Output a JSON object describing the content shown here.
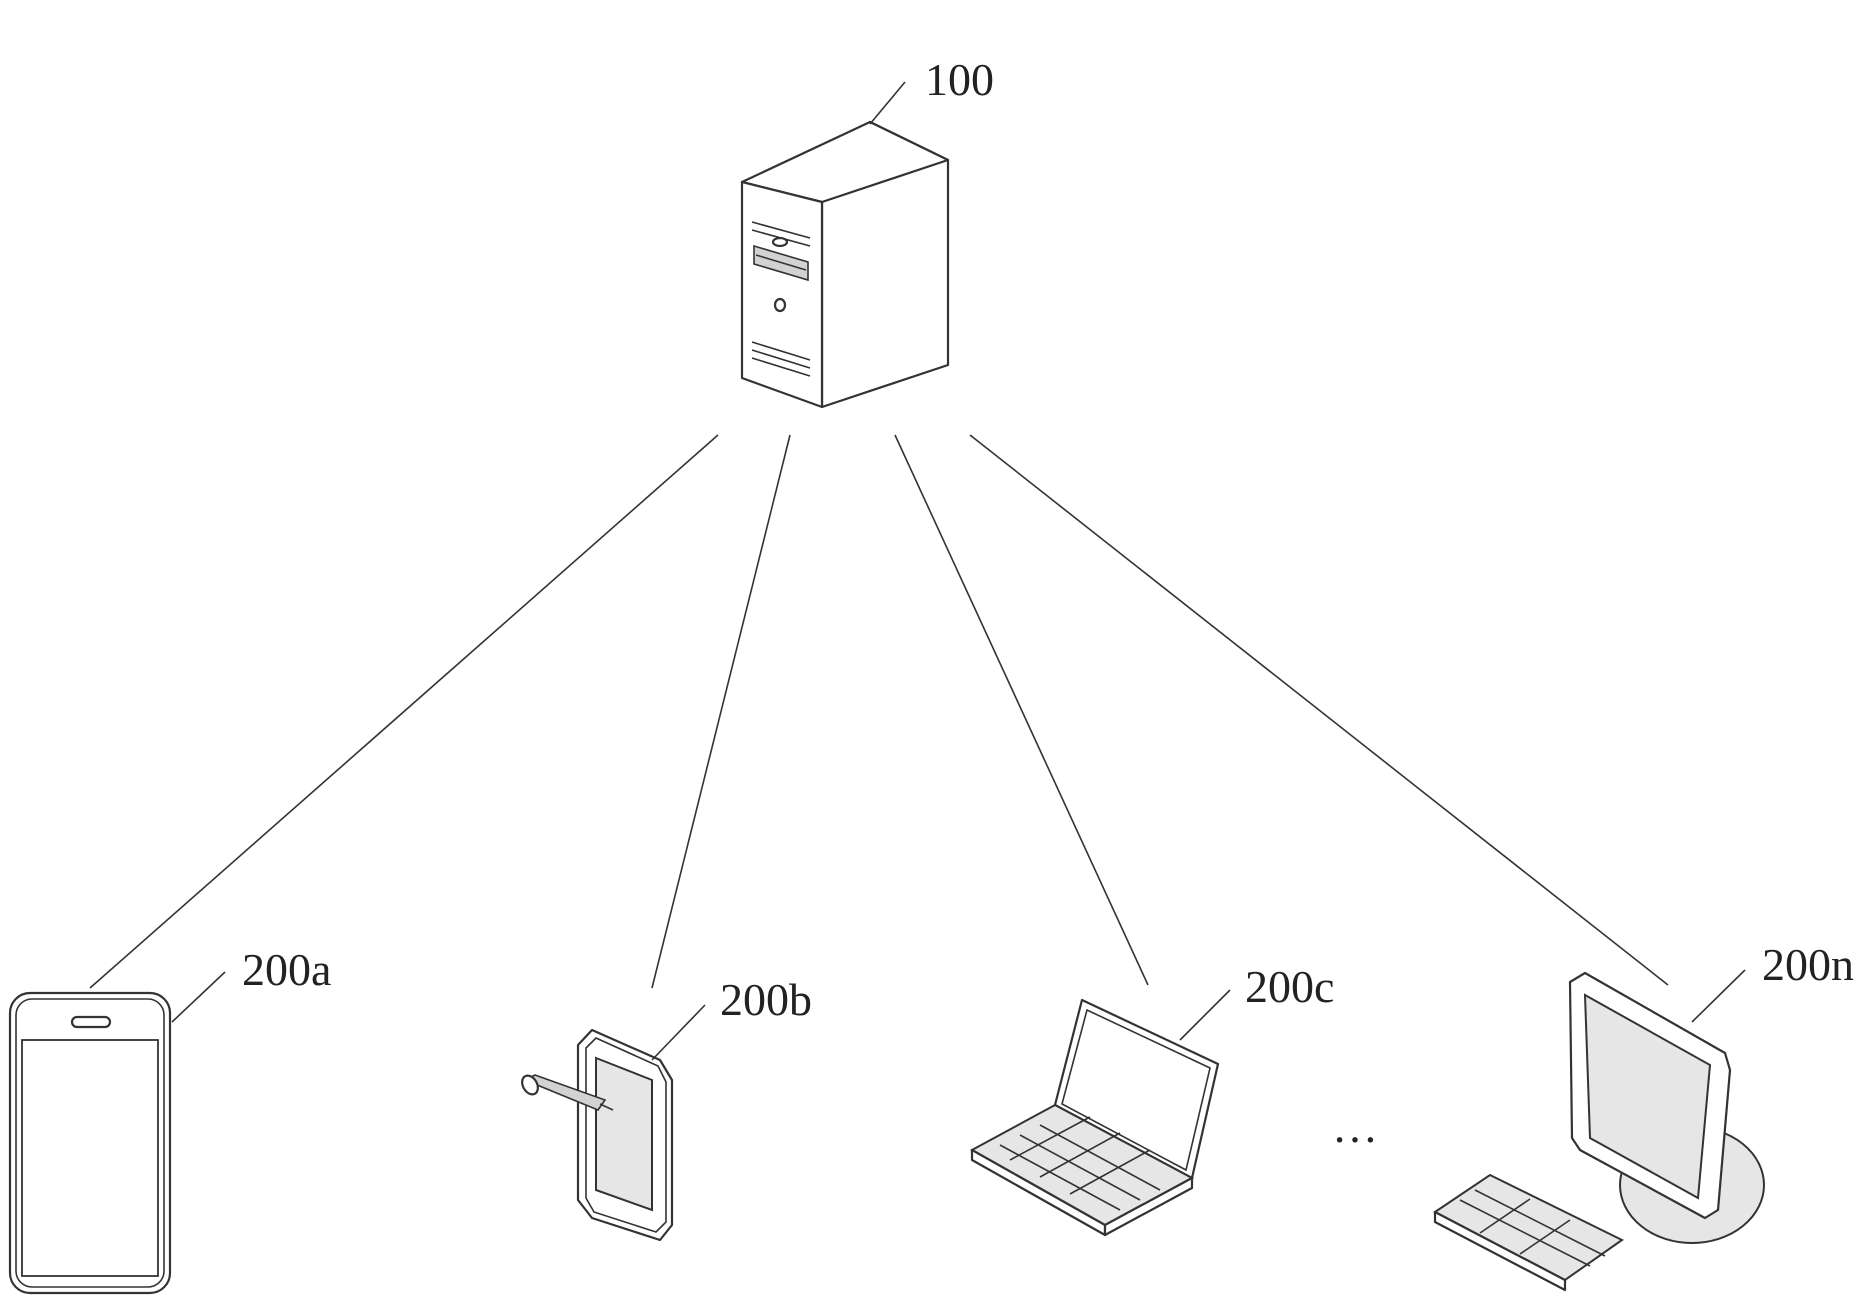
{
  "labels": {
    "server": "100",
    "phone": "200a",
    "tablet": "200b",
    "laptop": "200c",
    "desktop": "200n",
    "ellipsis": "…"
  },
  "icons": {
    "server": "server-tower-icon",
    "phone": "smartphone-icon",
    "tablet": "tablet-with-stylus-icon",
    "laptop": "laptop-icon",
    "desktop": "desktop-computer-icon"
  },
  "colors": {
    "line": "#333333",
    "device_fill": "#ffffff",
    "screen_shade": "#e6e6e6"
  }
}
